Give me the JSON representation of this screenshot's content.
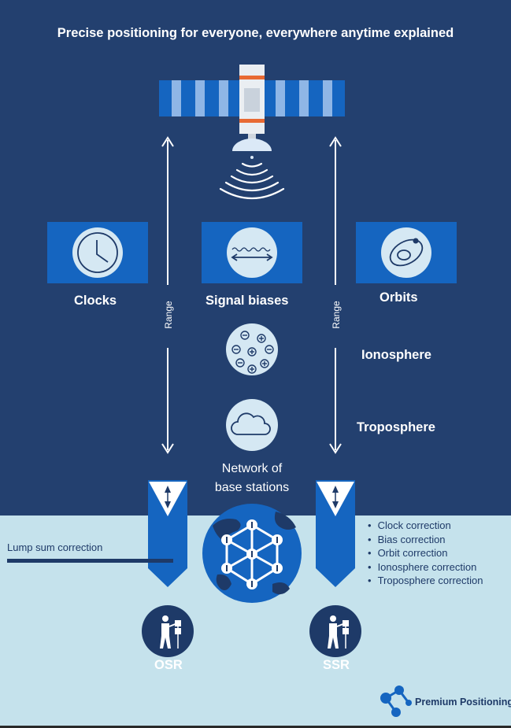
{
  "title": "Precise positioning for everyone, everywhere anytime explained",
  "labels": {
    "clocks": "Clocks",
    "signal_biases": "Signal biases",
    "orbits": "Orbits",
    "ionosphere": "Ionosphere",
    "troposphere": "Troposphere",
    "range_left": "Range",
    "range_right": "Range",
    "network_line1": "Network of",
    "network_line2": "base stations",
    "lump_sum": "Lump sum correction",
    "osr": "OSR",
    "ssr": "SSR"
  },
  "corrections": [
    "Clock correction",
    "Bias correction",
    "Orbit correction",
    "Ionosphere correction",
    "Troposphere correction"
  ],
  "logo": {
    "text": "Premium Positioning"
  },
  "colors": {
    "navy": "#23406f",
    "light_band": "#c5e2ec",
    "blue": "#1565c0",
    "circle": "#d5e8f3",
    "dark_circle": "#1e3a68"
  },
  "icons": [
    "satellite-icon",
    "clock-icon",
    "signal-wave-icon",
    "orbit-icon",
    "ion-charges-icon",
    "cloud-icon",
    "globe-network-icon",
    "surveyor-icon",
    "logo-icon"
  ]
}
